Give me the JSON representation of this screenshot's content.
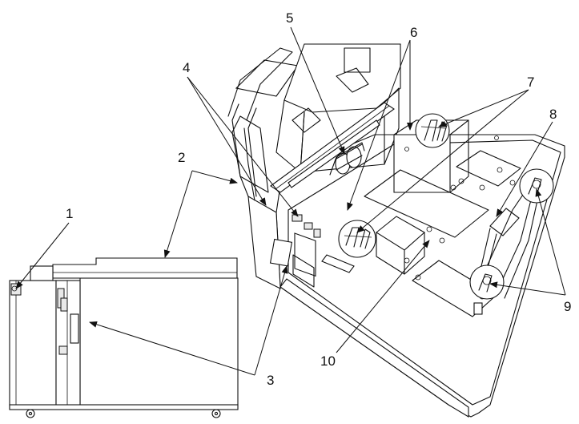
{
  "callouts": [
    {
      "id": "c1",
      "label": "1"
    },
    {
      "id": "c2",
      "label": "2"
    },
    {
      "id": "c3",
      "label": "3"
    },
    {
      "id": "c4",
      "label": "4"
    },
    {
      "id": "c5",
      "label": "5"
    },
    {
      "id": "c6",
      "label": "6"
    },
    {
      "id": "c7",
      "label": "7"
    },
    {
      "id": "c8",
      "label": "8"
    },
    {
      "id": "c9",
      "label": "9"
    },
    {
      "id": "c10",
      "label": "10"
    }
  ]
}
